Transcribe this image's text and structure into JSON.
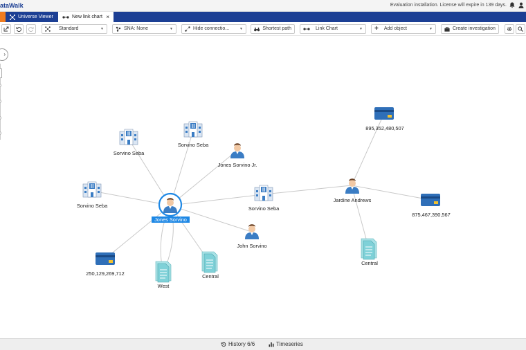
{
  "header": {
    "brand": "ataWalk",
    "notice": "Evaluation installation. License will expire in 139 days."
  },
  "tabs": [
    {
      "label": "Universe Viewer",
      "icon": "network-icon"
    },
    {
      "label": "New link chart",
      "icon": "link-chart-icon",
      "close": "×"
    }
  ],
  "toolbar": {
    "layout_label": "Standard",
    "sna_label": "SNA: None",
    "connections_label": "Hide connectio...",
    "shortest_path_label": "Shortest path",
    "chart_type_label": "Link Chart",
    "add_object_label": "Add object",
    "create_investigation_label": "Create investigation"
  },
  "nodes": {
    "jones_sorvino": "Jones Sorvino",
    "sorvino_seba_1": "Sorvino Seba",
    "sorvino_seba_2": "Sorvino Seba",
    "sorvino_seba_3": "Sorvino Seba",
    "sorvino_seba_4": "Sorvino Seba",
    "jones_sorvino_jr": "Jones Sorvino Jr.",
    "john_sorvino": "John Sorvino",
    "jardine_andrews": "Jardine Andrews",
    "card_1": "250,129,269,712",
    "card_2": "895,352,480,507",
    "card_3": "875,467,390,567",
    "doc_west": "West",
    "doc_central_1": "Central",
    "doc_central_2": "Central"
  },
  "footer": {
    "history_label": "History 6/6",
    "timeseries_label": "Timeseries"
  },
  "colors": {
    "brand_blue": "#1c3f94",
    "accent_orange": "#f07c1f",
    "selection_blue": "#1e88e5",
    "card_blue": "#2f6fb8",
    "doc_teal": "#7fd1d8"
  }
}
